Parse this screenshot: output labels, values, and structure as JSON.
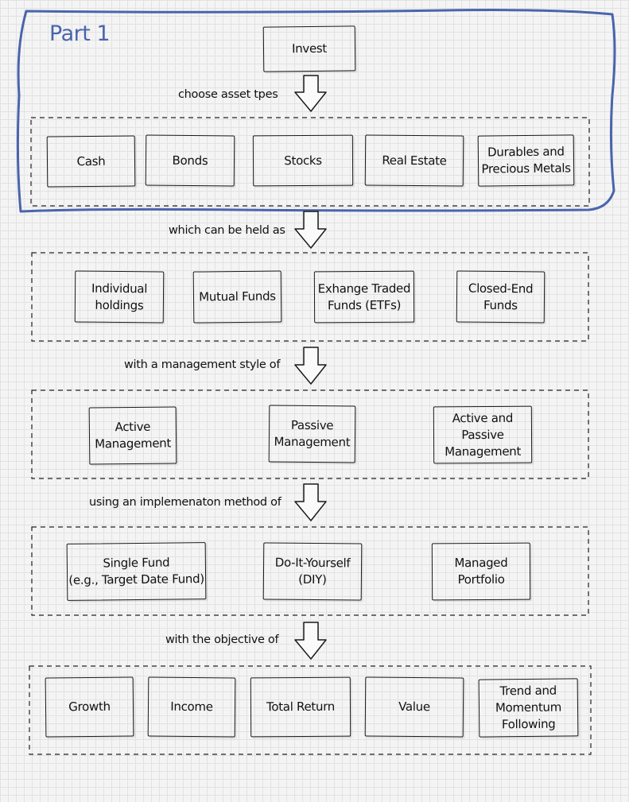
{
  "title": "Part 1",
  "top_node": "Invest",
  "colors": {
    "highlight": "#4a64ad",
    "ink": "#1a1a1a"
  },
  "stages": [
    {
      "connector": "choose asset tpes",
      "items": [
        "Cash",
        "Bonds",
        "Stocks",
        "Real Estate",
        "Durables and\nPrecious Metals"
      ]
    },
    {
      "connector": "which can be held as",
      "items": [
        "Individual\nholdings",
        "Mutual Funds",
        "Exhange Traded\nFunds (ETFs)",
        "Closed-End\nFunds"
      ]
    },
    {
      "connector": "with a management style of",
      "items": [
        "Active\nManagement",
        "Passive\nManagement",
        "Active and\nPassive\nManagement"
      ]
    },
    {
      "connector": "using an implemenaton method of",
      "items": [
        "Single Fund\n(e.g., Target Date Fund)",
        "Do-It-Yourself\n(DIY)",
        "Managed\nPortfolio"
      ]
    },
    {
      "connector": "with the objective of",
      "items": [
        "Growth",
        "Income",
        "Total Return",
        "Value",
        "Trend and\nMomentum\nFollowing"
      ]
    }
  ]
}
